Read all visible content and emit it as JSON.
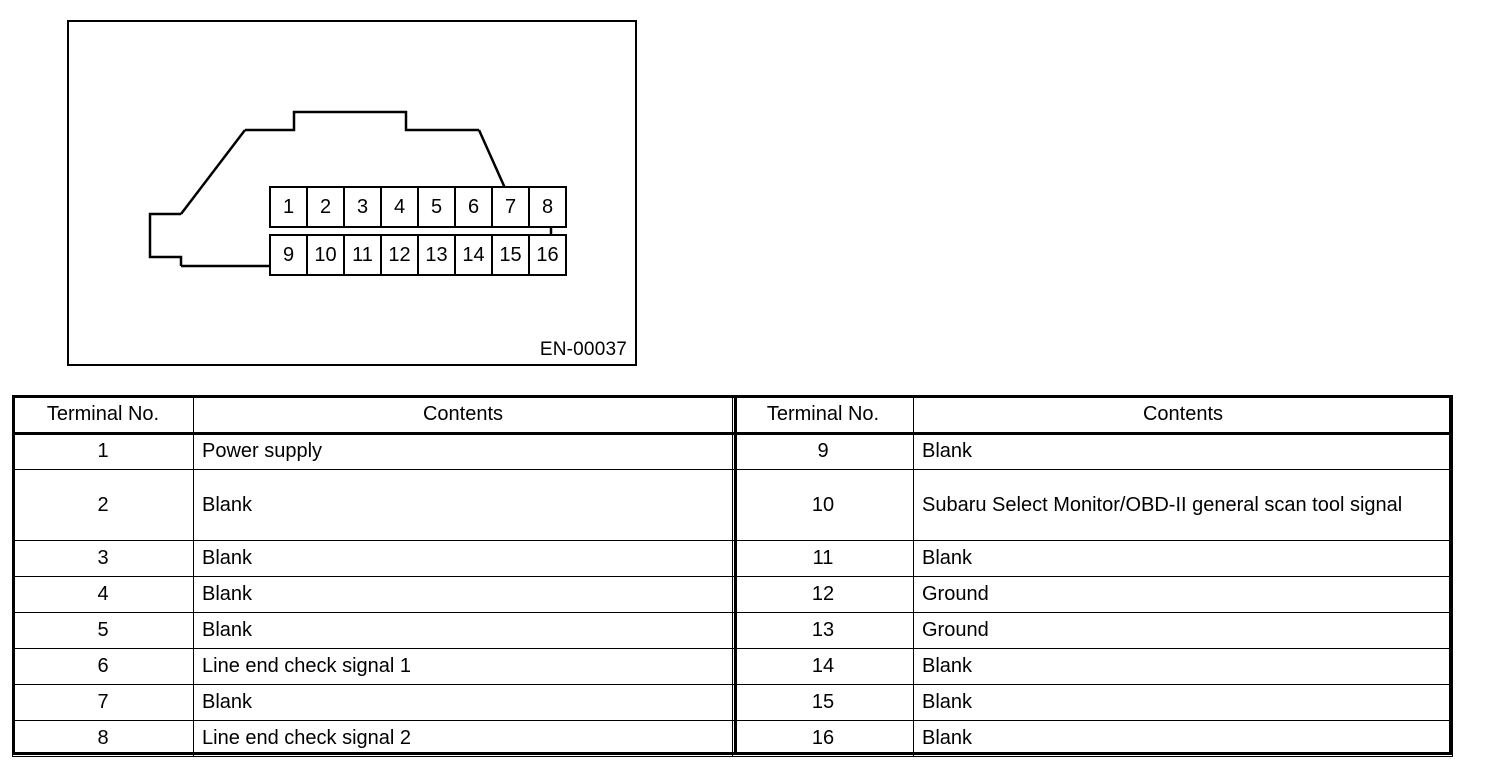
{
  "figure": {
    "code": "EN-00037",
    "connector_name": "data-link-connector",
    "pin_rows": [
      [
        "1",
        "2",
        "3",
        "4",
        "5",
        "6",
        "7",
        "8"
      ],
      [
        "9",
        "10",
        "11",
        "12",
        "13",
        "14",
        "15",
        "16"
      ]
    ]
  },
  "table": {
    "headers": {
      "terminal_left": "Terminal No.",
      "contents_left": "Contents",
      "terminal_right": "Terminal No.",
      "contents_right": "Contents"
    },
    "rows": [
      {
        "left_no": "1",
        "left_contents": "Power supply",
        "right_no": "9",
        "right_contents": "Blank"
      },
      {
        "left_no": "2",
        "left_contents": "Blank",
        "right_no": "10",
        "right_contents": "Subaru Select Monitor/OBD-II general scan tool signal"
      },
      {
        "left_no": "3",
        "left_contents": "Blank",
        "right_no": "11",
        "right_contents": "Blank"
      },
      {
        "left_no": "4",
        "left_contents": "Blank",
        "right_no": "12",
        "right_contents": "Ground"
      },
      {
        "left_no": "5",
        "left_contents": "Blank",
        "right_no": "13",
        "right_contents": "Ground"
      },
      {
        "left_no": "6",
        "left_contents": "Line end check signal 1",
        "right_no": "14",
        "right_contents": "Blank"
      },
      {
        "left_no": "7",
        "left_contents": "Blank",
        "right_no": "15",
        "right_contents": "Blank"
      },
      {
        "left_no": "8",
        "left_contents": "Line end check signal 2",
        "right_no": "16",
        "right_contents": "Blank"
      }
    ]
  },
  "colors": {
    "line": "#000000",
    "background": "#ffffff"
  }
}
